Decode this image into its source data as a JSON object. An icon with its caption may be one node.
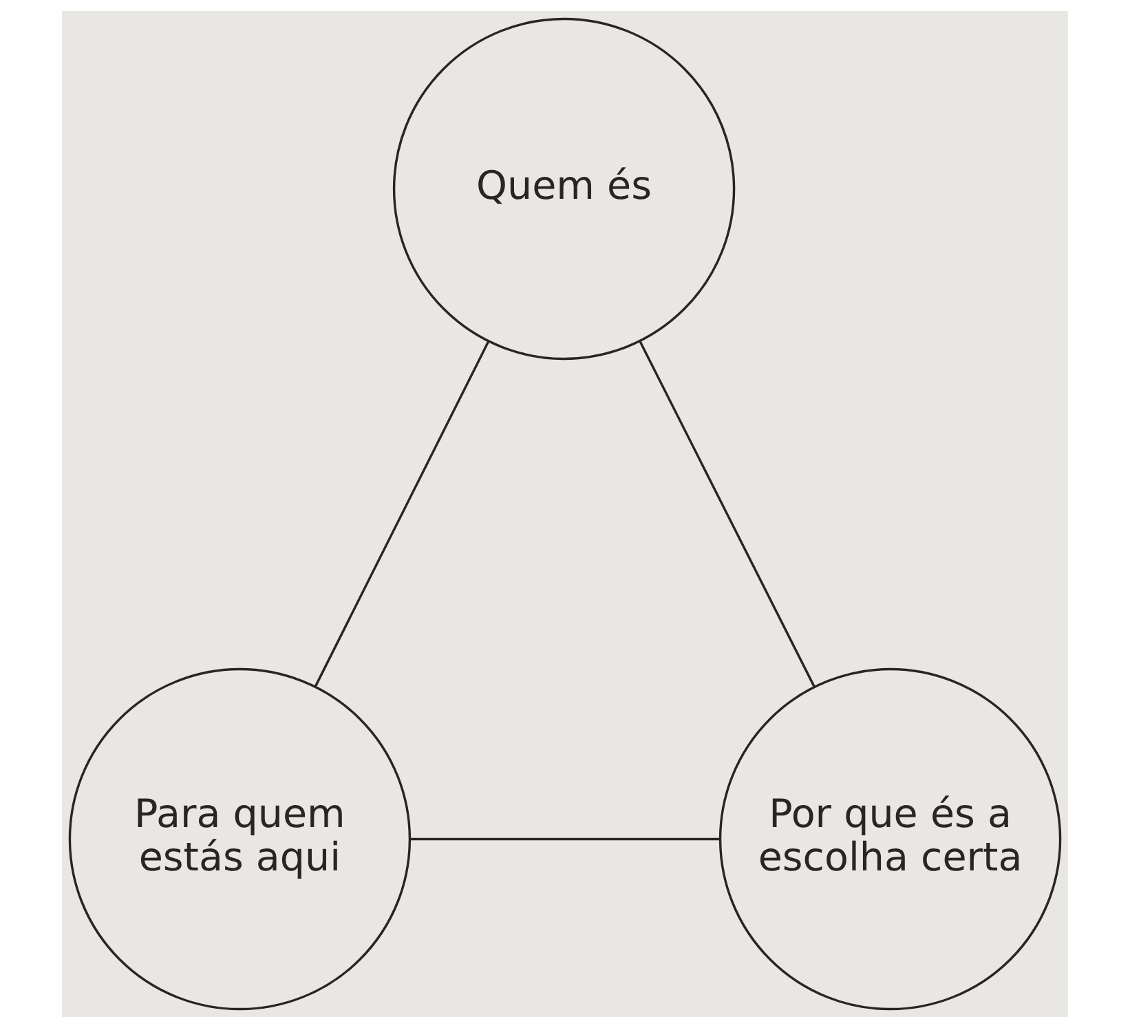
{
  "diagram": {
    "nodes": [
      {
        "text": [
          "Quem és"
        ]
      },
      {
        "text": [
          "Para quem estás aqui"
        ]
      },
      {
        "text": [
          "Por que és a escolha certa"
        ]
      }
    ],
    "edges": [
      {
        "from": 0,
        "to": 1,
        "arrow": "none"
      },
      {
        "from": 0,
        "to": 2,
        "arrow": "none"
      },
      {
        "from": 1,
        "to": 2,
        "arrow": "none"
      }
    ]
  }
}
